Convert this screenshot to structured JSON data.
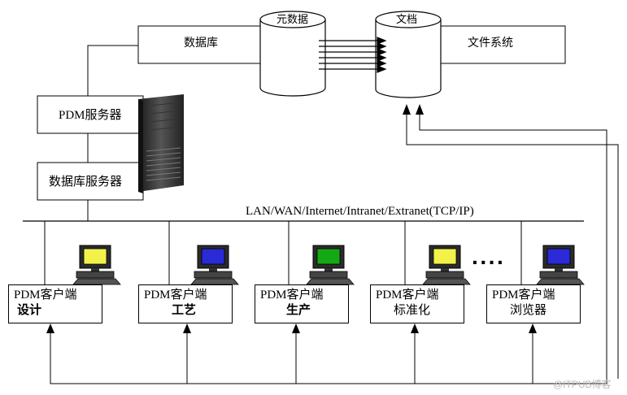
{
  "nodes": {
    "database": "数据库",
    "metadata": "元数据",
    "document": "文档",
    "file_system": "文件系统",
    "pdm_server": "PDM服务器",
    "db_server": "数据库服务器"
  },
  "network_label": "LAN/WAN/Internet/Intranet/Extranet(TCP/IP)",
  "clients": [
    {
      "title": "PDM客户端",
      "role": "设计",
      "monitor_color": "#f2f24a"
    },
    {
      "title": "PDM客户端",
      "role": "工艺",
      "monitor_color": "#2a2ad6"
    },
    {
      "title": "PDM客户端",
      "role": "生产",
      "monitor_color": "#15a815"
    },
    {
      "title": "PDM客户端",
      "role": "标准化",
      "monitor_color": "#f2f24a"
    },
    {
      "title": "PDM客户端",
      "role": "浏览器",
      "monitor_color": "#2a2ad6"
    }
  ],
  "ellipsis": "····",
  "watermark": "@ITPUB博客"
}
